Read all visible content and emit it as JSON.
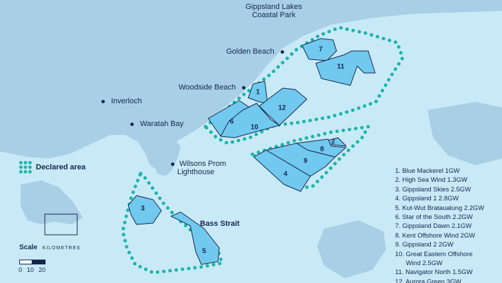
{
  "colors": {
    "sea": "#c8e9f6",
    "land": "#a9cfe6",
    "zone_fill": "#71c9ef",
    "zone_stroke": "#16264f",
    "declared_dots": "#1bb5a8",
    "text": "#16264f"
  },
  "places": [
    {
      "name": "Gippsland Lakes",
      "line2": "Coastal Park",
      "dot": false
    },
    {
      "name": "Golden Beach",
      "dot": true
    },
    {
      "name": "Woodside Beach",
      "dot": true
    },
    {
      "name": "Inverloch",
      "dot": true
    },
    {
      "name": "Waratah Bay",
      "dot": true
    },
    {
      "name": "Wilsons Prom",
      "line2": "Lighthouse",
      "dot": true
    }
  ],
  "water_label": "Bass Strait",
  "zones": [
    {
      "number": "1",
      "label": "1"
    },
    {
      "number": "2",
      "label": "2"
    },
    {
      "number": "3",
      "label": "3"
    },
    {
      "number": "4",
      "label": "4"
    },
    {
      "number": "5",
      "label": "5"
    },
    {
      "number": "6",
      "label": "6"
    },
    {
      "number": "7",
      "label": "7"
    },
    {
      "number": "8",
      "label": "8"
    },
    {
      "number": "9",
      "label": "9"
    },
    {
      "number": "10",
      "label": "10"
    },
    {
      "number": "11",
      "label": "11"
    },
    {
      "number": "12",
      "label": "12"
    }
  ],
  "legend": {
    "declared_area_label": "Declared area",
    "items": [
      "1. Blue Mackerel 1GW",
      "2. High Sea Wind 1.3GW",
      "3. Gippsland Skies 2.5GW",
      "4. Gippsland 1 2.8GW",
      "5. Kut-Wut Brataualung 2.2GW",
      "6. Star of the South 2.2GW",
      "7. Gippsland Dawn 2.1GW",
      "8. Kent Offshore Wind 2GW",
      "9. Gippsland 2 2GW",
      "10. Great Eastern Offshore",
      "      Wind 2.5GW",
      "11. Navigator North 1.5GW",
      "12. Aurora Green 3GW"
    ]
  },
  "scale": {
    "title": "Scale",
    "unit": "KILOMETRES",
    "ticks": [
      "0",
      "10",
      "20"
    ]
  }
}
